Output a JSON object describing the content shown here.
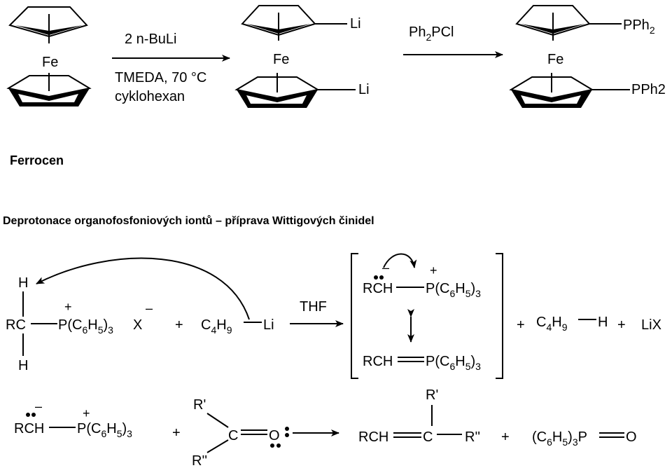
{
  "reaction1": {
    "start_metal": "Fe",
    "start_name": "Ferrocen",
    "reagent": "2  n-BuLi",
    "cond_line1": "TMEDA, 70 °C",
    "cond_line2": "cyklohexan",
    "inter_metal": "Fe",
    "inter_sub_top": "Li",
    "inter_sub_bottom": "Li",
    "reagent2_a": "Ph",
    "reagent2_sub": "2",
    "reagent2_b": "PCl",
    "prod_metal": "Fe",
    "prod_top_a": "PPh",
    "prod_top_sub": "2",
    "prod_bottom": "PPh2"
  },
  "section_heading": "Deprotonace organofosfoniových iontů – příprava Wittigových činidel",
  "reaction2": {
    "H_top": "H",
    "H_bottom": "H",
    "RC": "RC",
    "P": "P(C",
    "six": "6",
    "H5": "H",
    "five": "5",
    "close3": ")",
    "three": "3",
    "X": "X",
    "plus_charge": "+",
    "minus_charge": "–",
    "plus": "+",
    "C4": "C",
    "four": "4",
    "H9": "H",
    "nine": "9",
    "Li": "Li",
    "solvent": "THF",
    "RCH": "RCH",
    "ylide_P": "P(C",
    "byproduct_H": "H",
    "LiX": "LiX"
  },
  "reaction3": {
    "RCH": "RCH",
    "P": "P(C",
    "plus": "+",
    "R1": "R'",
    "R2": "R''",
    "C": "C",
    "O": "O",
    "prod_RCH": "RCH",
    "prod_C": "C",
    "prod_R1": "R'",
    "prod_R2": "R''",
    "oxide_a": "(C",
    "oxide_P": "P",
    "oxide_O": "O"
  }
}
